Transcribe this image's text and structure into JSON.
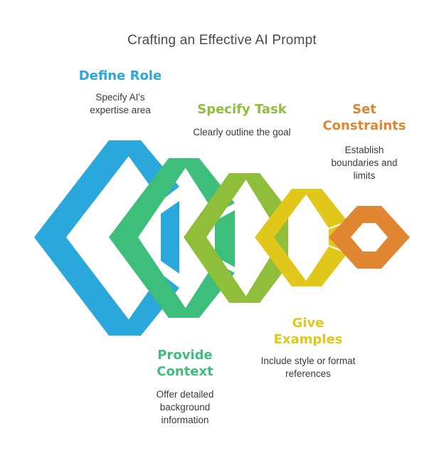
{
  "title": "Crafting an Effective AI Prompt",
  "steps": [
    {
      "heading": "Define Role",
      "description": "Specify AI's expertise area",
      "color": "#2aa8dc"
    },
    {
      "heading": "Provide Context",
      "description": "Offer detailed background information",
      "color": "#3dbf7b"
    },
    {
      "heading": "Specify Task",
      "description": "Clearly outline the goal",
      "color": "#8fbe3a"
    },
    {
      "heading": "Give Examples",
      "description": "Include style or format references",
      "color": "#e0c71a"
    },
    {
      "heading": "Set Constraints",
      "description": "Establish boundaries and limits",
      "color": "#e08630"
    }
  ]
}
